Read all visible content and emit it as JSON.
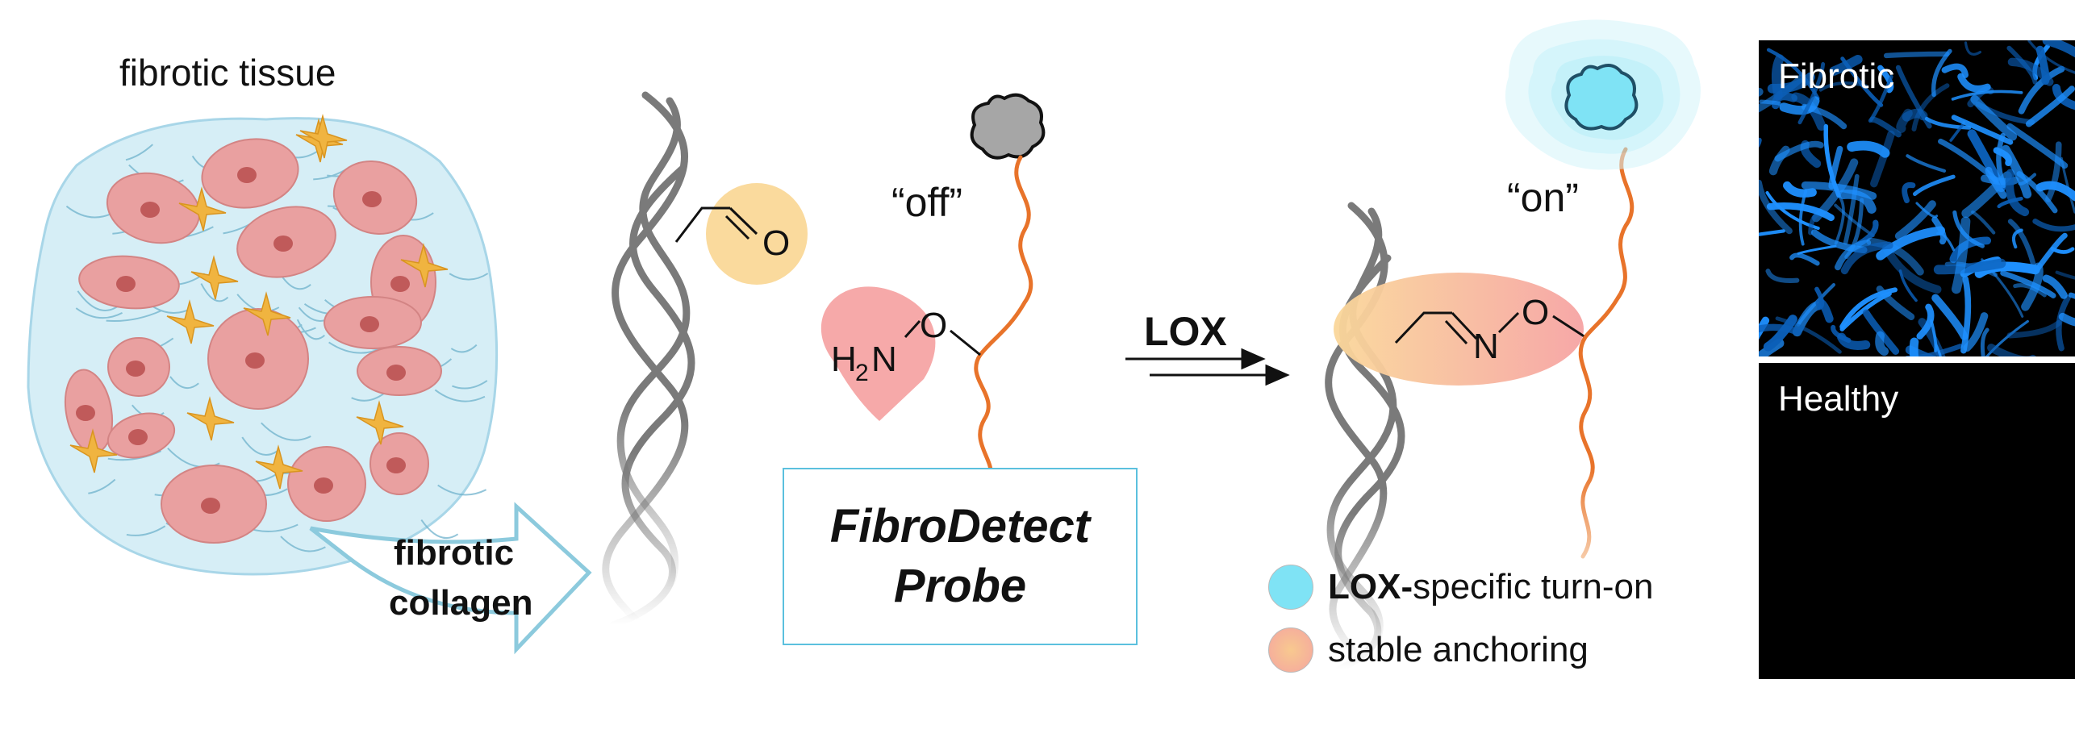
{
  "tissue": {
    "title": "fibrotic tissue"
  },
  "collagen_arrow": {
    "line1": "fibrotic",
    "line2": "collagen"
  },
  "aldehyde": {
    "atom": "O"
  },
  "probe": {
    "state_off": "“off”",
    "amine_h": "H",
    "amine_sub": "2",
    "amine_n": "N",
    "oxygen": "O",
    "name_line1": "FibroDetect",
    "name_line2": "Probe"
  },
  "reaction": {
    "enzyme": "LOX"
  },
  "product": {
    "state_on": "“on”",
    "nitrogen": "N",
    "oxygen": "O"
  },
  "legend": {
    "turn_on_bold": "LOX-",
    "turn_on_rest": "specific turn-on",
    "anchoring": "stable anchoring"
  },
  "panels": {
    "fibrotic": "Fibrotic",
    "healthy": "Healthy"
  },
  "colors": {
    "tissue_fill": "#d6eef6",
    "cell_fill": "#e9a0a0",
    "nucleus": "#c05a5a",
    "fibroblast": "#f0b440",
    "collagen_gray": "#808080",
    "probe_chain": "#e8732a",
    "aldehyde_glow": "#f9d48c",
    "amine_glow": "#f5a0a0",
    "fluor_on": "#7fe3f5",
    "fluor_off": "#a6a6a6",
    "stain": "#1e90ff",
    "box_border": "#5bc0de"
  }
}
